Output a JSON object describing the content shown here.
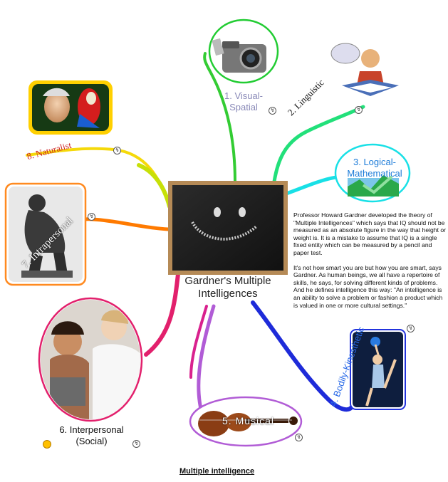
{
  "center": {
    "title_line1": "Gardner's Multiple",
    "title_line2": "Intelligences"
  },
  "branches": {
    "visual": {
      "label_line1": "1. Visual-",
      "label_line2": "Spatial",
      "color": "#8a8ab8"
    },
    "linguistic": {
      "label": "2. Linguistic",
      "color": "#22cc66"
    },
    "logical": {
      "label_line1": "3. Logical-",
      "label_line2": "Mathematical",
      "color": "#1a8cff"
    },
    "bodily": {
      "label": "4. Bodily-Kinesthetic",
      "color": "#2233dd"
    },
    "musical": {
      "label": "5. Musical",
      "color": "#b15cd6"
    },
    "interpersonal": {
      "label_line1": "6. Interpersonal",
      "label_line2": "(Social)",
      "color": "#e2206c"
    },
    "intrapersonal": {
      "label": "7. Intrapersonal",
      "color": "#ff7a00"
    },
    "naturalist": {
      "label": "8. Naturalist",
      "color": "#cc2222"
    }
  },
  "description": {
    "paragraph1": "Professor Howard Gardner developed the theory of \"Multiple Intelligences\" which says that IQ should not be measured as an absolute figure in the way that height or weight is. It is a mistake to assume that IQ is a single fixed entity which can be measured by a pencil and paper test.",
    "paragraph2": "It's not how smart you are but how you are smart, says Gardner. As human beings, we all have a repertoire of skills, he says, for solving different kinds of problems. And he defines intelligence this way: \"An intelligence is an ability to solve a problem or fashion a product which is valued in one or more cultural settings.\""
  },
  "footer": {
    "caption": "Multiple intelligence"
  },
  "icons": [
    "note-icon",
    "smiley-icon"
  ]
}
